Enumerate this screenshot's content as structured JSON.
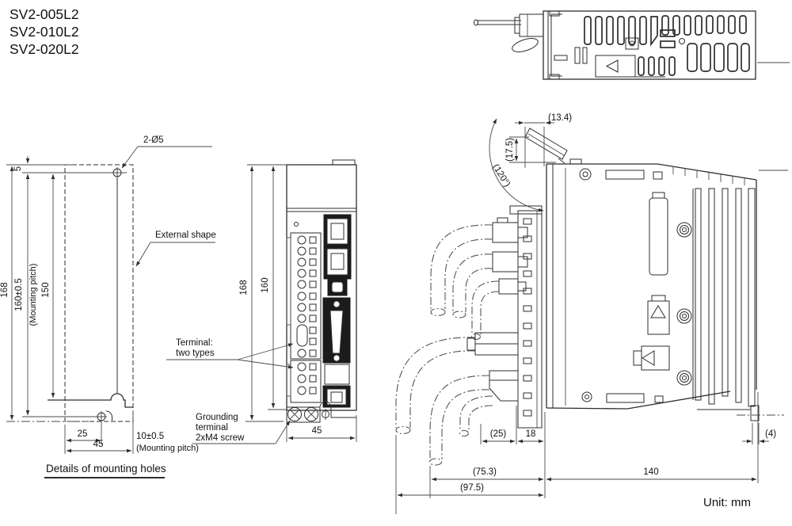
{
  "header": {
    "models": [
      "SV2-005L2",
      "SV2-010L2",
      "SV2-020L2"
    ]
  },
  "footer": {
    "unit": "Unit: mm"
  },
  "mounting_detail": {
    "caption": "Details of mounting holes",
    "labels": {
      "holes": "2-Ø5",
      "external_shape": "External shape"
    },
    "dims": {
      "top_offset": "5",
      "overall_height": "168",
      "mounting_pitch_v": "160±0.5",
      "mounting_pitch_v_note": "(Mounting pitch)",
      "inner_height": "150",
      "hole_x": "25",
      "overall_width": "45",
      "mounting_pitch_h": "10±0.5",
      "mounting_pitch_h_note": "(Mounting pitch)"
    }
  },
  "front_view": {
    "labels": {
      "terminal_1": "Terminal:",
      "terminal_2": "two types",
      "grounding_1": "Grounding",
      "grounding_2": "terminal",
      "grounding_3": "2xM4 screw"
    },
    "dims": {
      "overall_height": "168",
      "body_height": "160",
      "width": "45"
    }
  },
  "side_view": {
    "dims": {
      "cover_depth": "(13.4)",
      "cover_height": "(17.5)",
      "cover_open_angle": "(120°)",
      "connector_depth": "(25)",
      "terminal_depth": "18",
      "cable_clearance": "(75.3)",
      "cable_clearance_overall": "(97.5)",
      "body_depth": "140",
      "rail_hook": "(4)"
    }
  }
}
